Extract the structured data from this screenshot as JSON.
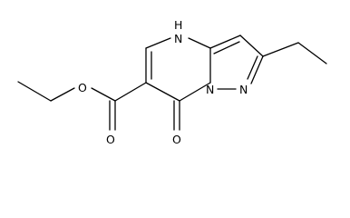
{
  "molecule": {
    "atoms": {
      "NH": {
        "symbol": "N",
        "hydrogen": "H"
      },
      "N_bridge": {
        "symbol": "N"
      },
      "N_pyrazole": {
        "symbol": "N"
      },
      "O_ketone": {
        "symbol": "O"
      },
      "O_carbonyl": {
        "symbol": "O"
      },
      "O_ester": {
        "symbol": "O"
      }
    }
  }
}
